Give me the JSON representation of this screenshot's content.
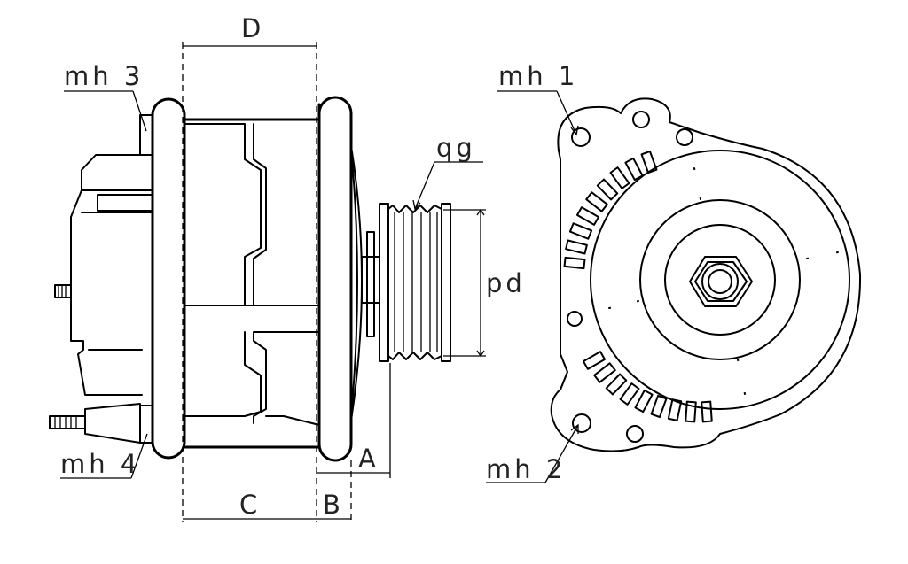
{
  "labels": {
    "D": "D",
    "C": "C",
    "B": "B",
    "A": "A",
    "pd": "pd",
    "qg": "qg",
    "mh1": "mh 1",
    "mh2": "mh 2",
    "mh3": "mh 3",
    "mh4": "mh 4"
  }
}
